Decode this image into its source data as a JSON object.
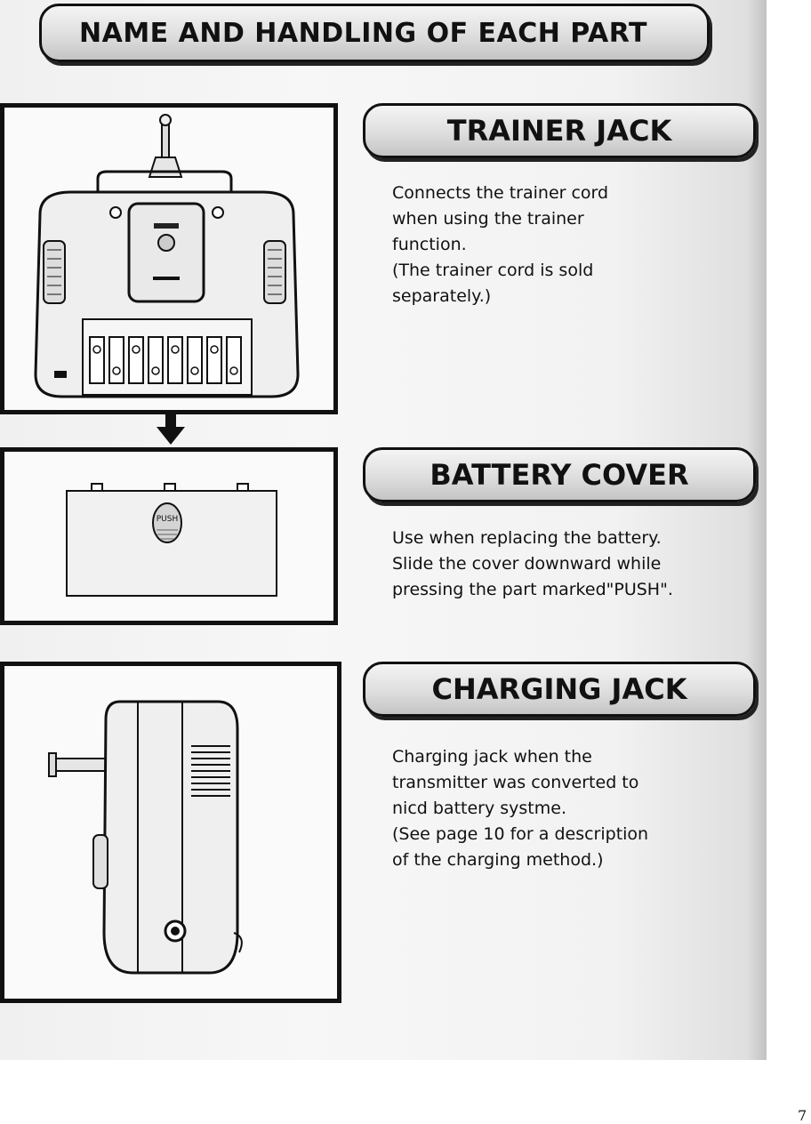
{
  "page": {
    "title": "NAME AND HANDLING OF EACH PART",
    "page_number": "7"
  },
  "sections": [
    {
      "heading": "TRAINER JACK",
      "text": "Connects the trainer cord\nwhen using the trainer\nfunction.\n(The trainer cord is sold\nseparately.)"
    },
    {
      "heading": "BATTERY COVER",
      "text": "Use when replacing the battery.\nSlide the cover downward while\npressing the part marked\"PUSH\"."
    },
    {
      "heading": "CHARGING JACK",
      "text": "Charging jack when the\ntransmitter was converted to\nnicd battery systme.\n(See page 10 for a description\nof the charging method.)"
    }
  ],
  "illustrations": {
    "battery_cover_label": "PUSH"
  }
}
